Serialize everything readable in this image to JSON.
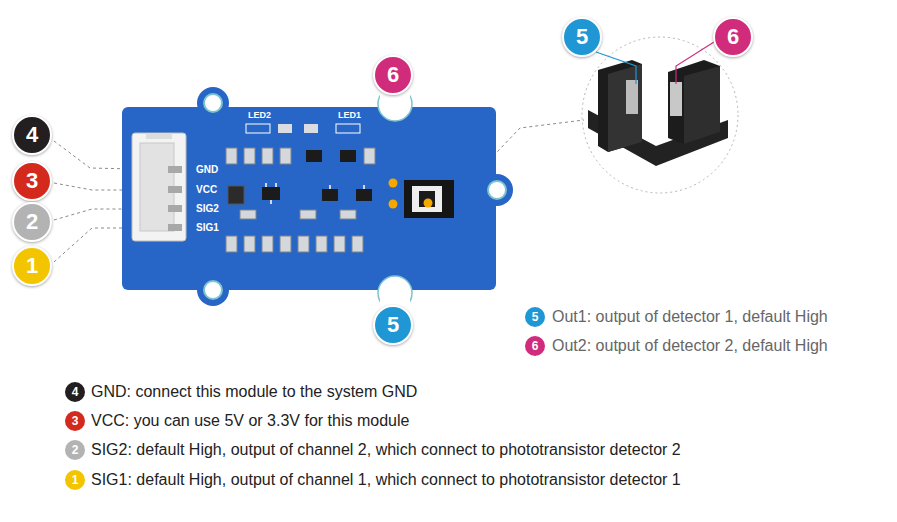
{
  "diagram": {
    "nodes": [
      {
        "text": [
          "4"
        ]
      },
      {
        "text": [
          "3"
        ]
      },
      {
        "text": [
          "2"
        ]
      },
      {
        "text": [
          "1"
        ]
      },
      {
        "text": [
          "6"
        ]
      },
      {
        "text": [
          "5"
        ]
      },
      {
        "text": [
          "5"
        ]
      },
      {
        "text": [
          "6"
        ]
      },
      {
        "text": [
          "5"
        ]
      },
      {
        "text": [
          "6"
        ]
      },
      {
        "text": [
          "4"
        ]
      },
      {
        "text": [
          "3"
        ]
      },
      {
        "text": [
          "2"
        ]
      },
      {
        "text": [
          "1"
        ]
      }
    ],
    "labels": [
      "LED2",
      "LED1",
      "GND",
      "VCC",
      "SIG2",
      "SIG1",
      "Out1: output of detector 1, default High",
      "Out2: output of detector 2, default High",
      "GND: connect this module to the system GND",
      "VCC: you can use 5V or 3.3V for this module",
      "SIG2: default High, output of channel 2, which connect to phototransistor detector 2",
      "SIG1: default High, output of channel 1, which connect to phototransistor detector 1"
    ]
  }
}
